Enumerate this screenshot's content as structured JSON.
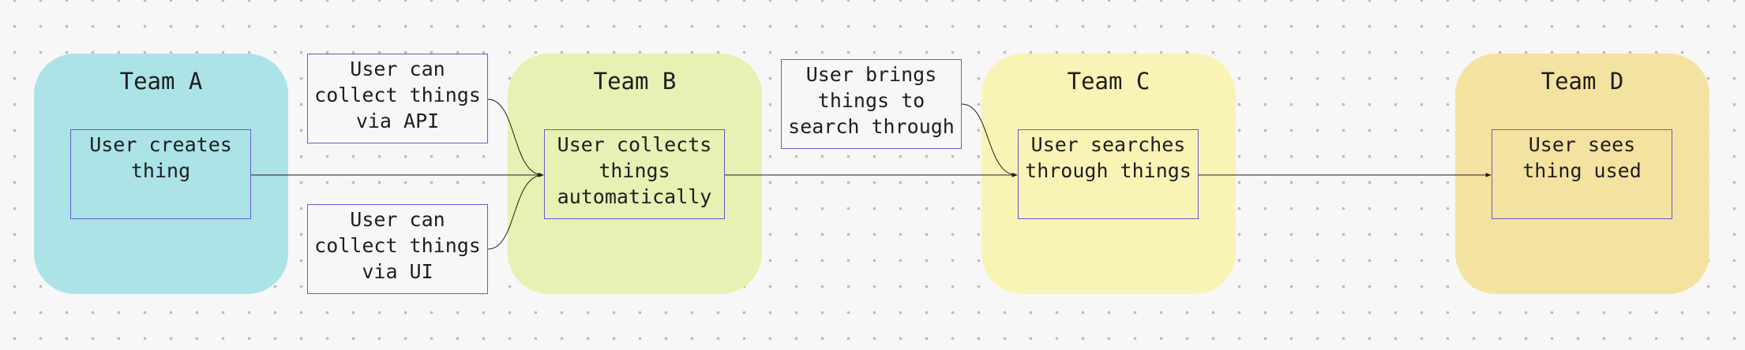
{
  "teams": [
    {
      "id": "a",
      "title": "Team A",
      "color": "#abe3e7"
    },
    {
      "id": "b",
      "title": "Team B",
      "color": "#e8f0b3"
    },
    {
      "id": "c",
      "title": "Team C",
      "color": "#f9f4b5"
    },
    {
      "id": "d",
      "title": "Team D",
      "color": "#f4e2a0"
    }
  ],
  "cards": {
    "creates": "User creates\nthing",
    "api": "User can\ncollect things\nvia API",
    "ui": "User can\ncollect things\nvia UI",
    "collects": "User collects\nthings\nautomatically",
    "brings": "User brings\nthings to\nsearch through",
    "searches": "User searches\nthrough things",
    "sees": "User sees\nthing used"
  },
  "colors": {
    "card_border": "#6a5acd",
    "edge": "#1e1e1e"
  }
}
